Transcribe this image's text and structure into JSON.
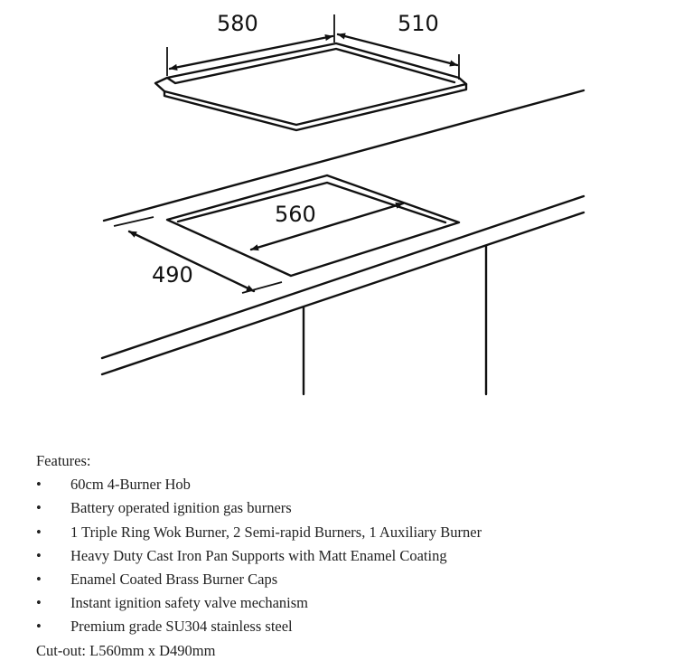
{
  "diagram": {
    "dimensions": {
      "hob_width": "580",
      "hob_depth": "510",
      "cutout_width": "560",
      "cutout_depth": "490"
    }
  },
  "features": {
    "heading": "Features:",
    "bullet_symbol": "•",
    "items": [
      "60cm 4-Burner Hob",
      "Battery operated ignition gas burners",
      "1 Triple Ring Wok Burner, 2 Semi-rapid Burners, 1 Auxiliary Burner",
      "Heavy Duty Cast Iron Pan Supports with Matt Enamel Coating",
      "Enamel Coated Brass Burner Caps",
      "Instant ignition safety valve mechanism",
      "Premium grade SU304 stainless steel"
    ],
    "cutout": "Cut-out: L560mm x D490mm"
  }
}
